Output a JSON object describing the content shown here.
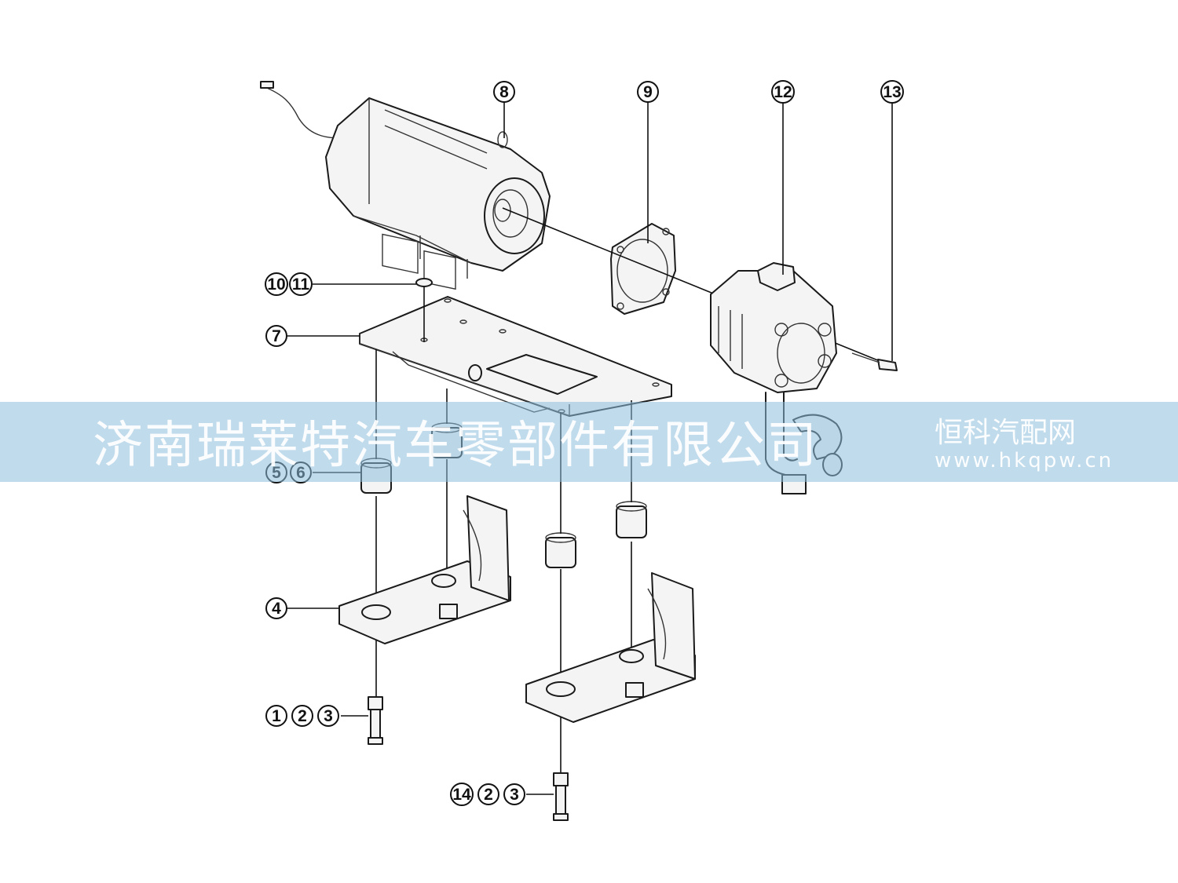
{
  "callouts": {
    "c1": "1",
    "c2": "2",
    "c3": "3",
    "c4": "4",
    "c5": "5",
    "c6": "6",
    "c7": "7",
    "c8": "8",
    "c9": "9",
    "c10": "10",
    "c11": "11",
    "c12": "12",
    "c13": "13",
    "c14": "14",
    "c2b": "2",
    "c3b": "3"
  },
  "watermark": {
    "company": "济南瑞莱特汽车零部件有限公司",
    "site": "恒科汽配网",
    "url": "www.hkqpw.cn"
  },
  "colors": {
    "band": "#8cbedc",
    "line": "#1a1a1a"
  }
}
